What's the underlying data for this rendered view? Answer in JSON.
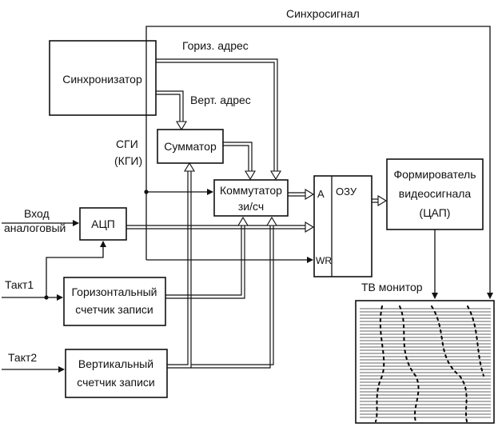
{
  "labels": {
    "sync_signal": "Синхросигнал",
    "horiz_address": "Гориз. адрес",
    "vert_address": "Верт. адрес",
    "sgi": "СГИ",
    "kgi": "(КГИ)",
    "input_line1": "Вход",
    "input_line2": "аналоговый",
    "clock1": "Такт1",
    "clock2": "Такт2",
    "monitor": "ТВ монитор"
  },
  "blocks": {
    "synchronizer": "Синхронизатор",
    "adder": "Сумматор",
    "switch_line1": "Коммутатор",
    "switch_line2": "зи/сч",
    "adc": "АЦП",
    "ram": "ОЗУ",
    "ram_port_a": "A",
    "ram_port_wr": "WR",
    "dac_line1": "Формирователь",
    "dac_line2": "видеосигнала",
    "dac_line3": "(ЦАП)",
    "hcounter_line1": "Горизонтальный",
    "hcounter_line2": "счетчик записи",
    "vcounter_line1": "Вертикальный",
    "vcounter_line2": "счетчик записи"
  }
}
